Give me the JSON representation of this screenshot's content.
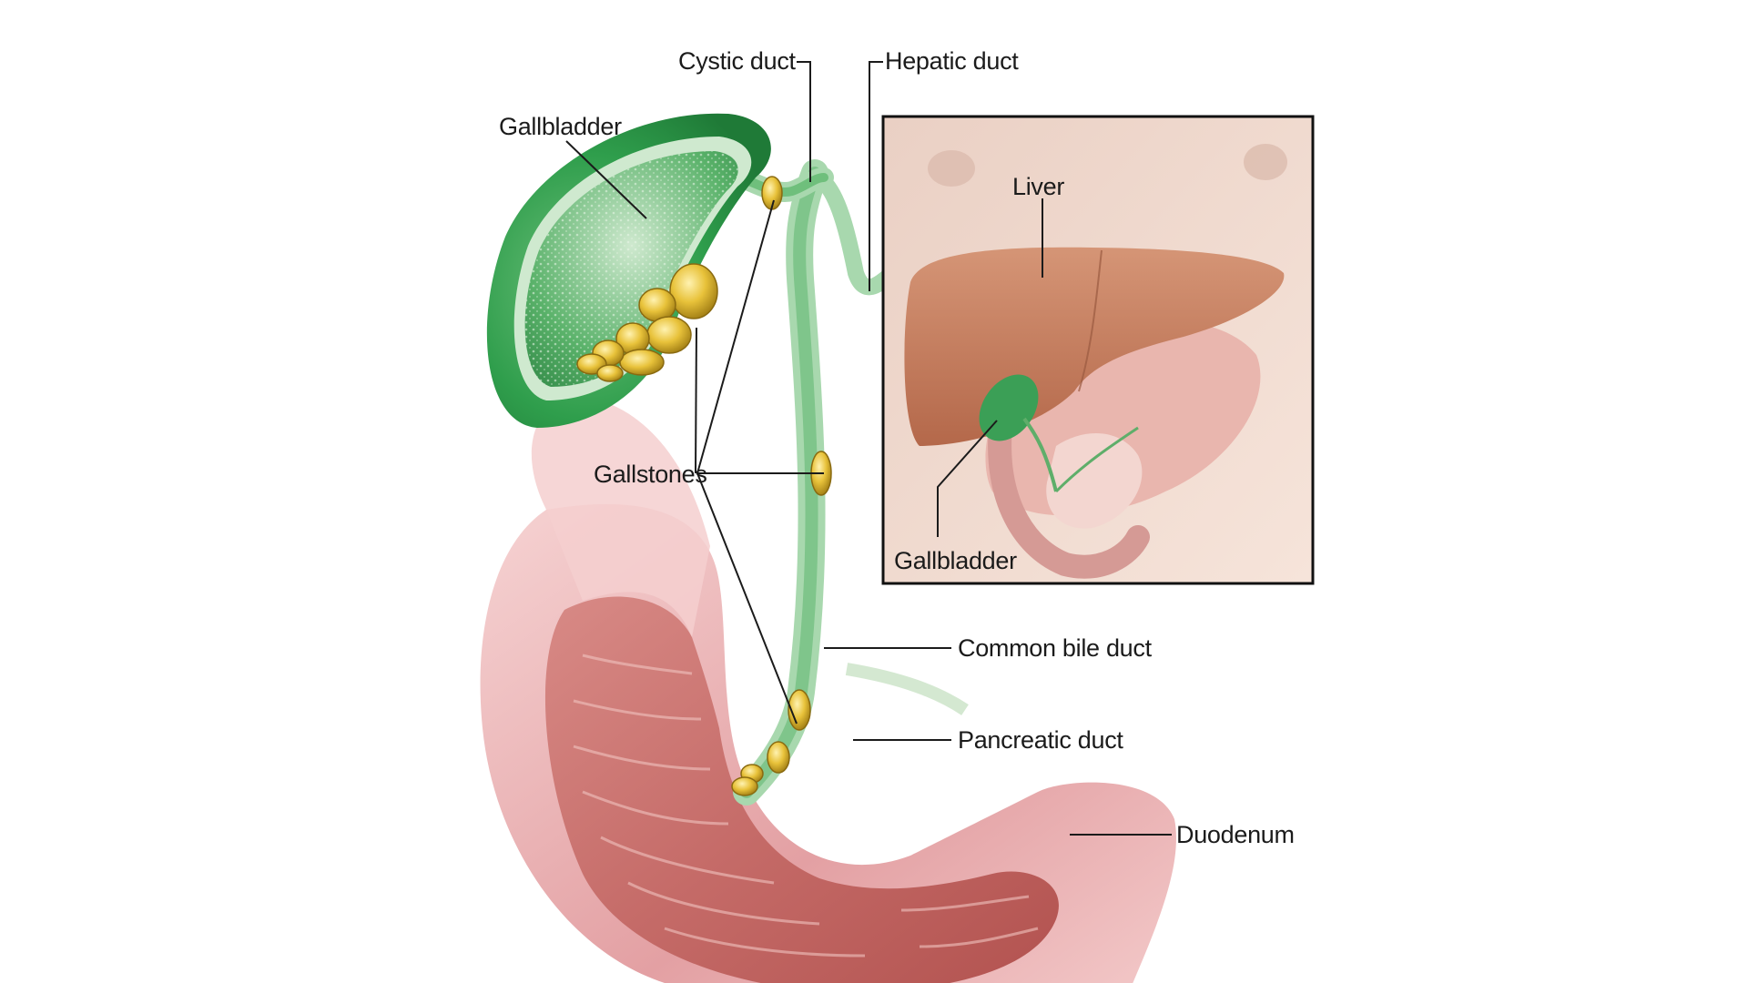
{
  "labels": {
    "cystic_duct": "Cystic duct",
    "hepatic_duct": "Hepatic duct",
    "gallbladder_main": "Gallbladder",
    "liver": "Liver",
    "gallbladder_inset": "Gallbladder",
    "gallstones": "Gallstones",
    "common_bile_duct": "Common bile duct",
    "pancreatic_duct": "Pancreatic duct",
    "duodenum": "Duodenum"
  },
  "colors": {
    "gallbladder_green": "#2f9e4c",
    "bile_green": "#8ccf9a",
    "stone_yellow": "#e8c23a",
    "duodenum_pink": "#e7a6a6",
    "duodenum_inner": "#c76b6a",
    "liver_brown": "#c07a5a",
    "inset_bg": "#f3ddd0",
    "text": "#1b1b1b"
  }
}
